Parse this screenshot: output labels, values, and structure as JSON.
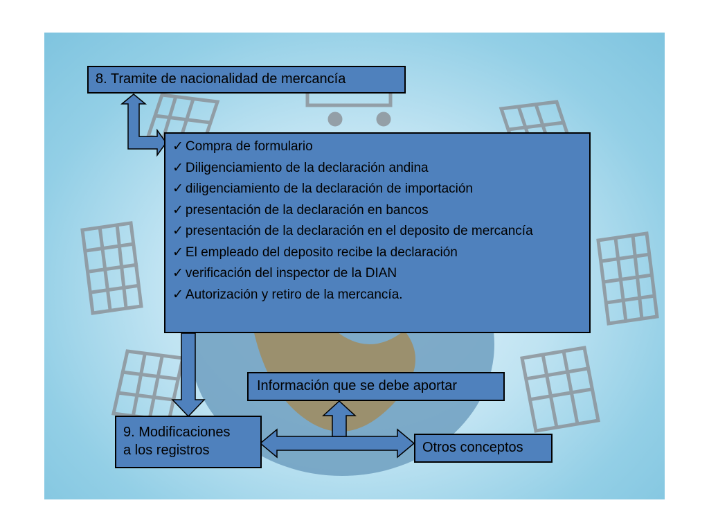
{
  "colors": {
    "box_fill": "#4f81bd",
    "box_border": "#000000",
    "arrow_fill": "#4f81bd",
    "background": "#a9d9ec"
  },
  "title_box": {
    "text": "8. Tramite de nacionalidad de mercancía"
  },
  "steps": {
    "check_glyph": "✓",
    "items": [
      "Compra de formulario",
      "Diligenciamiento de la declaración andina",
      "diligenciamiento de la declaración de importación",
      "presentación de la declaración en bancos",
      "presentación de la declaración en el deposito de mercancía",
      "El empleado del deposito recibe la declaración",
      "verificación del inspector de la DIAN",
      "Autorización y retiro de la mercancía."
    ]
  },
  "info_box": {
    "text": "Información que se debe aportar"
  },
  "mod_box": {
    "line1": "9. Modificaciones",
    "line2": "a los registros"
  },
  "other_box": {
    "text": "Otros conceptos"
  }
}
